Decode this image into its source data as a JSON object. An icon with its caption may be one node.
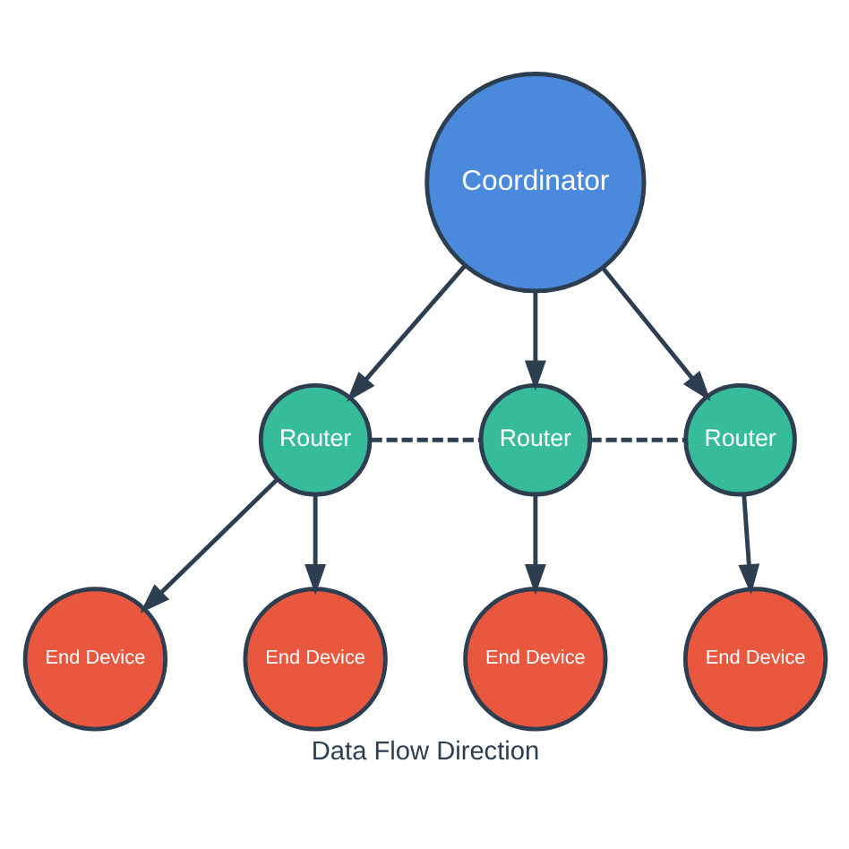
{
  "diagram": {
    "caption": "Data Flow Direction",
    "nodes": [
      {
        "text": [
          "Coordinator"
        ]
      },
      {
        "text": [
          "Router"
        ]
      },
      {
        "text": [
          "Router"
        ]
      },
      {
        "text": [
          "Router"
        ]
      },
      {
        "text": [
          "End Device"
        ]
      },
      {
        "text": [
          "End Device"
        ]
      },
      {
        "text": [
          "End Device"
        ]
      },
      {
        "text": [
          "End Device"
        ]
      }
    ],
    "edges": [
      {
        "from": 0,
        "to": 1,
        "arrow": "to"
      },
      {
        "from": 0,
        "to": 2,
        "arrow": "to"
      },
      {
        "from": 0,
        "to": 3,
        "arrow": "to"
      },
      {
        "from": 1,
        "to": 2,
        "arrow": "none",
        "style": "dashed"
      },
      {
        "from": 2,
        "to": 3,
        "arrow": "none",
        "style": "dashed"
      },
      {
        "from": 1,
        "to": 4,
        "arrow": "to"
      },
      {
        "from": 1,
        "to": 5,
        "arrow": "to"
      },
      {
        "from": 2,
        "to": 6,
        "arrow": "to"
      },
      {
        "from": 3,
        "to": 7,
        "arrow": "to"
      }
    ]
  }
}
